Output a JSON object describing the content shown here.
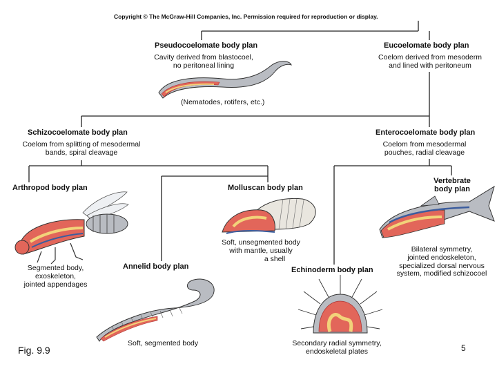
{
  "copyright": "Copyright © The McGraw-Hill Companies, Inc. Permission required for reproduction or display.",
  "pseudocoelomate": {
    "title": "Pseudocoelomate body plan",
    "desc1": "Cavity derived from blastocoel,",
    "desc2": "no peritoneal lining",
    "examples": "(Nematodes, rotifers, etc.)"
  },
  "eucoelomate": {
    "title": "Eucoelomate body plan",
    "desc1": "Coelom derived from mesoderm",
    "desc2": "and lined with peritoneum"
  },
  "schizocoelomate": {
    "title": "Schizocoelomate body plan",
    "desc1": "Coelom from splitting of mesodermal",
    "desc2": "bands, spiral cleavage"
  },
  "enterocoelomate": {
    "title": "Enterocoelomate body plan",
    "desc1": "Coelom from mesodermal",
    "desc2": "pouches, radial cleavage"
  },
  "arthropod": {
    "title": "Arthropod body plan",
    "desc1": "Segmented body,",
    "desc2": "exoskeleton,",
    "desc3": "jointed appendages"
  },
  "molluscan": {
    "title": "Molluscan body plan",
    "desc1": "Soft, unsegmented body",
    "desc2": "with mantle, usually",
    "desc3": "a shell"
  },
  "vertebrate": {
    "title1": "Vertebrate",
    "title2": "body plan",
    "desc1": "Bilateral symmetry,",
    "desc2": "jointed endoskeleton,",
    "desc3": "specialized dorsal nervous",
    "desc4": "system, modified schizocoel"
  },
  "annelid": {
    "title": "Annelid body plan",
    "desc": "Soft, segmented body"
  },
  "echinoderm": {
    "title": "Echinoderm body plan",
    "desc1": "Secondary radial symmetry,",
    "desc2": "endoskeletal plates"
  },
  "figure_label": "Fig. 9.9",
  "page_number": "5",
  "colors": {
    "line": "#222222",
    "body_gray": "#b9bcc2",
    "coelom_red": "#e2665a",
    "gut_yellow": "#f2d37a",
    "nerve_blue": "#3c5d9e"
  }
}
